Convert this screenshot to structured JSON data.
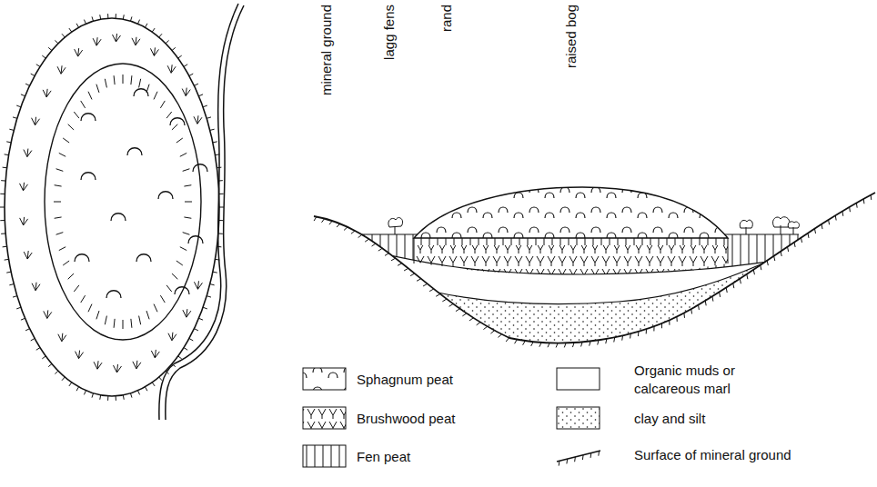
{
  "diagram": {
    "labels": [
      "mineral ground",
      "lagg fens",
      "rand",
      "raised bog"
    ],
    "legend": [
      {
        "text": "Sphagnum peat"
      },
      {
        "text": "Brushwood peat"
      },
      {
        "text": "Fen peat"
      },
      {
        "text": "Organic muds or calcareous marl"
      },
      {
        "text": "clay and silt"
      },
      {
        "text": "Surface of mineral ground"
      }
    ]
  }
}
